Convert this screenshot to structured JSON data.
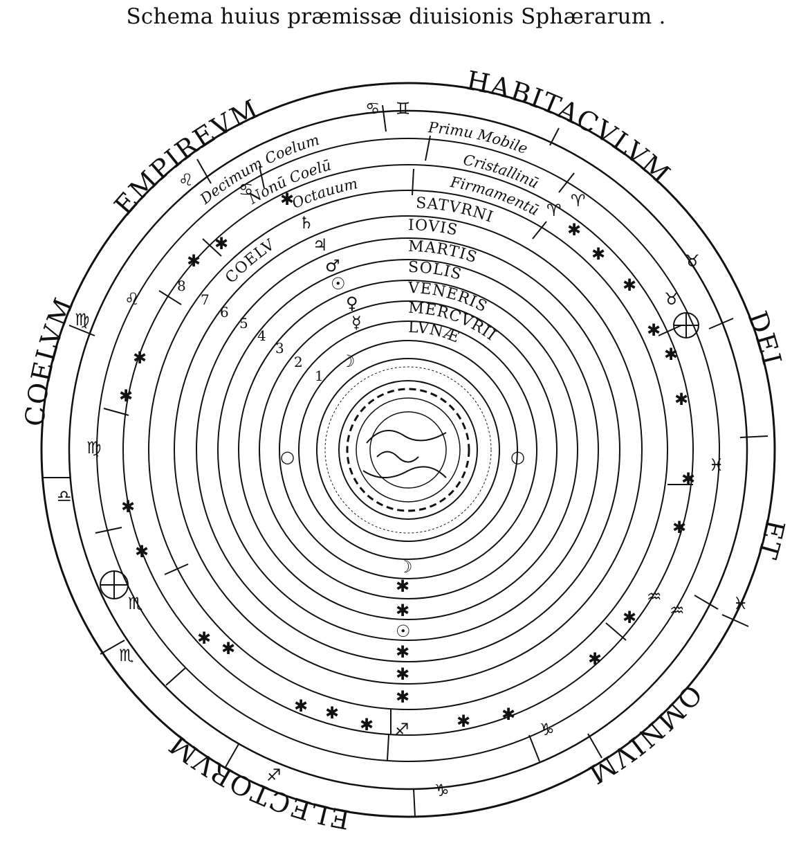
{
  "caption": "Schema huius præmissæ diuisionis Sphærarum .",
  "outer_words": [
    "EMPIREVM",
    "HABITACVLVM",
    "DEI",
    "ET",
    "OMNIVM",
    "ELECTORVM",
    "COELVM"
  ],
  "band_labels": {
    "decimum": "Decimum Coelum",
    "primum_mobile": "Primu Mobile",
    "nonum": "Nonū Coelū",
    "crystallinum": "Cristallinū",
    "octauum": "Octauum",
    "firmamentum": "Firmamentū"
  },
  "planets": [
    "SATVRNI",
    "IOVIS",
    "MARTIS",
    "SOLIS",
    "VENERIS",
    "MERCVRII",
    "LVNÆ"
  ],
  "coelum_label": "COELV",
  "orbit_numbers": [
    "1",
    "2",
    "3",
    "4",
    "5",
    "6",
    "7",
    "8"
  ],
  "zodiac_icons": [
    "aries-icon",
    "taurus-icon",
    "gemini-icon",
    "cancer-icon",
    "leo-icon",
    "virgo-icon",
    "libra-icon",
    "scorpio-icon",
    "sagittarius-icon",
    "capricorn-icon",
    "aquarius-icon",
    "pisces-icon"
  ],
  "colors": {
    "ink": "#111111",
    "paper": "#ffffff"
  }
}
